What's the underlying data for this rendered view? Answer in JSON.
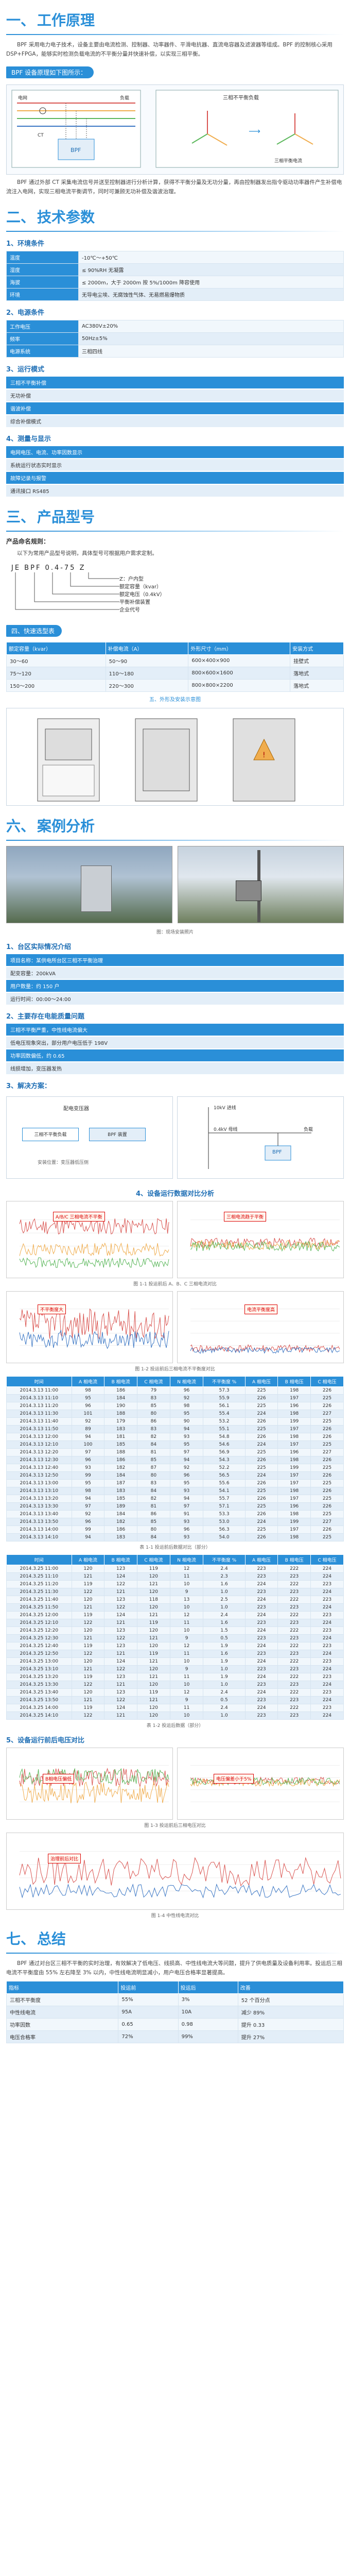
{
  "s1": {
    "num": "一、",
    "title": "工作原理",
    "intro": "BPF 采用电力电子技术，设备主要由电流检测、控制器、功率器件、平滑电抗器、直流电容器及滤波器等组成。BPF 的控制核心采用 DSP+FPGA，能够实时检测负载电流的不平衡分量并快速补偿，以实现三相平衡。",
    "banner": "BPF 设备原理如下图所示：",
    "diag_labels": {
      "grid": "电网",
      "load": "负载",
      "bpf": "BPF",
      "ct": "CT",
      "phases": [
        "A",
        "B",
        "C",
        "N"
      ],
      "right_title": "三相不平衡负载",
      "right_sub": "三相平衡电流"
    },
    "desc": "BPF 通过外部 CT 采集电流信号并送至控制器进行分析计算，获得不平衡分量及无功分量，再由控制器发出指令驱动功率器件产生补偿电流注入电网，实现三相电流平衡调节，同时可兼顾无功补偿及谐波治理。"
  },
  "s2": {
    "num": "二、",
    "title": "技术参数",
    "env": {
      "title": "1、环境条件",
      "rows": [
        {
          "k": "温度",
          "v": "-10℃～+50℃"
        },
        {
          "k": "湿度",
          "v": "≤ 90%RH 无凝露"
        },
        {
          "k": "海拔",
          "v": "≤ 2000m，大于 2000m 按 5%/1000m 降容使用"
        },
        {
          "k": "环境",
          "v": "无导电尘埃、无腐蚀性气体、无易燃易爆物质"
        }
      ]
    },
    "power": {
      "title": "2、电源条件",
      "rows": [
        {
          "k": "工作电压",
          "v": "AC380V±20%"
        },
        {
          "k": "频率",
          "v": "50Hz±5%"
        },
        {
          "k": "电源系统",
          "v": "三相四线"
        }
      ]
    },
    "mode": {
      "title": "3、运行模式",
      "items": [
        "三相不平衡补偿",
        "无功补偿",
        "谐波补偿",
        "综合补偿模式"
      ]
    },
    "show": {
      "title": "4、测量与显示",
      "items": [
        "电网电压、电流、功率因数显示",
        "系统运行状态实时显示",
        "故障记录与报警",
        "通讯接口 RS485"
      ]
    }
  },
  "s3": {
    "num": "三、",
    "title": "产品型号",
    "sub1": "产品命名规则：",
    "sub1_text": "以下为常用产品型号说明，具体型号可根据用户需求定制。",
    "model": "JE BPF 0.4-75 Z",
    "model_desc": [
      "Z：户内型",
      "额定容量（kvar）",
      "额定电压（0.4kV）",
      "平衡补偿装置",
      "企业代号"
    ],
    "sub2": "四、快速选型表",
    "table_headers": [
      "额定容量（kvar）",
      "补偿电流（A）",
      "外形尺寸（mm）",
      "安装方式"
    ],
    "table_rows": [
      [
        "30～60",
        "50～90",
        "600×400×900",
        "挂壁式"
      ],
      [
        "75～120",
        "110～180",
        "800×600×1600",
        "落地式"
      ],
      [
        "150～200",
        "220～300",
        "800×800×2200",
        "落地式"
      ]
    ],
    "fig_caption": "五、外形及安装示意图"
  },
  "s6": {
    "num": "六、",
    "title": "案例分析",
    "photo_caption": "图：现场安装照片",
    "case_title": "1、台区实际情况介绍",
    "case_items": [
      "项目名称：某供电所台区三相不平衡治理",
      "配变容量：200kVA",
      "用户数量：约 150 户",
      "运行时间：00:00～24:00"
    ],
    "problem_title": "2、主要存在电能质量问题",
    "problem_items": [
      "三相不平衡严重，中性线电流偏大",
      "低电压现象突出，部分用户电压低于 198V",
      "功率因数偏低，约 0.65",
      "线损增加，变压器发热"
    ],
    "solution_title": "3、解决方案：",
    "left_diag": {
      "top": "配电变压器",
      "box1": "三相不平衡负载",
      "box2": "BPF 装置",
      "foot": "安装位置：变压器低压侧"
    },
    "right_diag": {
      "label1": "10kV 进线",
      "label2": "0.4kV 母线",
      "label3": "BPF",
      "label4": "负载"
    },
    "step4": "4、设备运行数据对比分析",
    "chart1": {
      "type": "line",
      "title": "",
      "ann_left": "A/B/C 三相电流不平衡",
      "ann_right": "三相电流趋于平衡",
      "caption": "图 1-1 投运前后 A、B、C 三相电流对比",
      "series": [
        {
          "name": "A",
          "color": "#d9534f"
        },
        {
          "name": "B",
          "color": "#f0ad4e"
        },
        {
          "name": "C",
          "color": "#5cb85c"
        }
      ]
    },
    "chart2": {
      "type": "line",
      "ann_left": "不平衡度大",
      "ann_right": "电流平衡度高",
      "caption": "图 1-2 投运前后三相电流不平衡度对比"
    },
    "table1_caption": "表 1-1 投运前后数据对比（部分）",
    "table1_headers": [
      "时间",
      "A 相电流",
      "B 相电流",
      "C 相电流",
      "N 相电流",
      "不平衡度 %",
      "A 相电压",
      "B 相电压",
      "C 相电压"
    ],
    "table1_rows": [
      [
        "2014.3.13 11:00",
        "98",
        "186",
        "79",
        "96",
        "57.3",
        "225",
        "198",
        "226"
      ],
      [
        "2014.3.13 11:10",
        "95",
        "184",
        "83",
        "92",
        "55.9",
        "226",
        "197",
        "225"
      ],
      [
        "2014.3.13 11:20",
        "96",
        "190",
        "85",
        "98",
        "56.1",
        "225",
        "196",
        "226"
      ],
      [
        "2014.3.13 11:30",
        "101",
        "188",
        "80",
        "95",
        "55.4",
        "224",
        "198",
        "227"
      ],
      [
        "2014.3.13 11:40",
        "92",
        "179",
        "86",
        "90",
        "53.2",
        "226",
        "199",
        "225"
      ],
      [
        "2014.3.13 11:50",
        "89",
        "183",
        "83",
        "94",
        "55.1",
        "225",
        "197",
        "226"
      ],
      [
        "2014.3.13 12:00",
        "94",
        "181",
        "82",
        "93",
        "54.8",
        "226",
        "198",
        "226"
      ],
      [
        "2014.3.13 12:10",
        "100",
        "185",
        "84",
        "95",
        "54.6",
        "224",
        "197",
        "225"
      ],
      [
        "2014.3.13 12:20",
        "97",
        "188",
        "81",
        "97",
        "56.9",
        "225",
        "196",
        "227"
      ],
      [
        "2014.3.13 12:30",
        "96",
        "186",
        "85",
        "94",
        "54.3",
        "226",
        "198",
        "226"
      ],
      [
        "2014.3.13 12:40",
        "93",
        "182",
        "87",
        "92",
        "52.2",
        "225",
        "199",
        "225"
      ],
      [
        "2014.3.13 12:50",
        "99",
        "184",
        "80",
        "96",
        "56.5",
        "224",
        "197",
        "226"
      ],
      [
        "2014.3.13 13:00",
        "95",
        "187",
        "83",
        "95",
        "55.6",
        "226",
        "197",
        "225"
      ],
      [
        "2014.3.13 13:10",
        "98",
        "183",
        "84",
        "93",
        "54.1",
        "225",
        "198",
        "226"
      ],
      [
        "2014.3.13 13:20",
        "94",
        "185",
        "82",
        "94",
        "55.7",
        "226",
        "197",
        "225"
      ],
      [
        "2014.3.13 13:30",
        "97",
        "189",
        "81",
        "97",
        "57.1",
        "225",
        "196",
        "226"
      ],
      [
        "2014.3.13 13:40",
        "92",
        "184",
        "86",
        "91",
        "53.3",
        "226",
        "198",
        "225"
      ],
      [
        "2014.3.13 13:50",
        "96",
        "182",
        "85",
        "93",
        "53.0",
        "224",
        "199",
        "227"
      ],
      [
        "2014.3.13 14:00",
        "99",
        "186",
        "80",
        "96",
        "56.3",
        "225",
        "197",
        "226"
      ],
      [
        "2014.3.13 14:10",
        "94",
        "183",
        "84",
        "93",
        "54.0",
        "226",
        "198",
        "225"
      ]
    ],
    "table2_caption": "表 1-2 投运后数据（部分）",
    "table2_headers": [
      "时间",
      "A 相电流",
      "B 相电流",
      "C 相电流",
      "N 相电流",
      "不平衡度 %",
      "A 相电压",
      "B 相电压",
      "C 相电压"
    ],
    "table2_rows": [
      [
        "2014.3.25 11:00",
        "120",
        "123",
        "119",
        "12",
        "2.4",
        "223",
        "222",
        "224"
      ],
      [
        "2014.3.25 11:10",
        "121",
        "124",
        "120",
        "11",
        "2.3",
        "223",
        "223",
        "224"
      ],
      [
        "2014.3.25 11:20",
        "119",
        "122",
        "121",
        "10",
        "1.6",
        "224",
        "222",
        "223"
      ],
      [
        "2014.3.25 11:30",
        "122",
        "121",
        "120",
        "9",
        "1.0",
        "223",
        "223",
        "224"
      ],
      [
        "2014.3.25 11:40",
        "120",
        "123",
        "118",
        "13",
        "2.5",
        "224",
        "222",
        "223"
      ],
      [
        "2014.3.25 11:50",
        "121",
        "122",
        "120",
        "10",
        "1.0",
        "223",
        "223",
        "224"
      ],
      [
        "2014.3.25 12:00",
        "119",
        "124",
        "121",
        "12",
        "2.4",
        "224",
        "222",
        "223"
      ],
      [
        "2014.3.25 12:10",
        "122",
        "121",
        "119",
        "11",
        "1.6",
        "223",
        "223",
        "224"
      ],
      [
        "2014.3.25 12:20",
        "120",
        "123",
        "120",
        "10",
        "1.5",
        "224",
        "222",
        "223"
      ],
      [
        "2014.3.25 12:30",
        "121",
        "122",
        "121",
        "9",
        "0.5",
        "223",
        "223",
        "224"
      ],
      [
        "2014.3.25 12:40",
        "119",
        "123",
        "120",
        "12",
        "1.9",
        "224",
        "222",
        "223"
      ],
      [
        "2014.3.25 12:50",
        "122",
        "121",
        "119",
        "11",
        "1.6",
        "223",
        "223",
        "224"
      ],
      [
        "2014.3.25 13:00",
        "120",
        "124",
        "121",
        "10",
        "1.9",
        "224",
        "222",
        "223"
      ],
      [
        "2014.3.25 13:10",
        "121",
        "122",
        "120",
        "9",
        "1.0",
        "223",
        "223",
        "224"
      ],
      [
        "2014.3.25 13:20",
        "119",
        "123",
        "121",
        "11",
        "1.9",
        "224",
        "222",
        "223"
      ],
      [
        "2014.3.25 13:30",
        "122",
        "121",
        "120",
        "10",
        "1.0",
        "223",
        "223",
        "224"
      ],
      [
        "2014.3.25 13:40",
        "120",
        "123",
        "119",
        "12",
        "2.4",
        "224",
        "222",
        "223"
      ],
      [
        "2014.3.25 13:50",
        "121",
        "122",
        "121",
        "9",
        "0.5",
        "223",
        "223",
        "224"
      ],
      [
        "2014.3.25 14:00",
        "119",
        "124",
        "120",
        "11",
        "2.4",
        "224",
        "222",
        "223"
      ],
      [
        "2014.3.25 14:10",
        "122",
        "121",
        "120",
        "10",
        "1.0",
        "223",
        "223",
        "224"
      ]
    ],
    "step5": "5、设备运行前后电压对比",
    "chart3": {
      "ann_left": "B相电压偏低",
      "ann_right": "电压偏差小于5%",
      "caption": "图 1-3 投运前后三相电压对比"
    },
    "chart4": {
      "ann": "治理前后对比",
      "caption": "图 1-4 中性线电流对比"
    }
  },
  "s7": {
    "num": "七、",
    "title": "总结",
    "text": "BPF 通过对台区三相不平衡的实时治理，有效解决了低电压、线损高、中性线电流大等问题，提升了供电质量及设备利用率。投运后三相电流不平衡度由 55% 左右降至 3% 以内，中性线电流明显减小，用户电压合格率显著提高。",
    "table_headers": [
      "指标",
      "投运前",
      "投运后",
      "改善"
    ],
    "table_rows": [
      [
        "三相不平衡度",
        "55%",
        "3%",
        "52 个百分点"
      ],
      [
        "中性线电流",
        "95A",
        "10A",
        "减少 89%"
      ],
      [
        "功率因数",
        "0.65",
        "0.98",
        "提升 0.33"
      ],
      [
        "电压合格率",
        "72%",
        "99%",
        "提升 27%"
      ]
    ]
  }
}
